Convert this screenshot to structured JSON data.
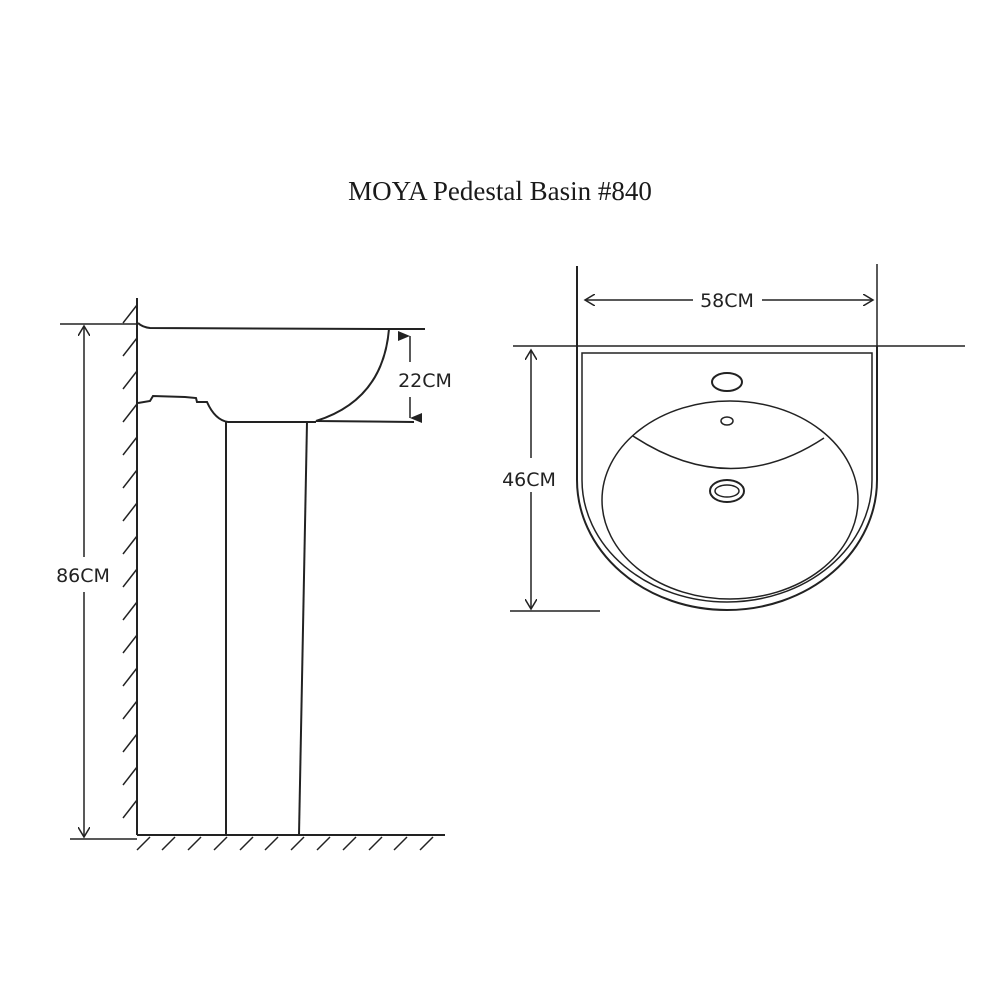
{
  "title": "MOYA Pedestal Basin #840",
  "side_view": {
    "total_height_label": "86CM",
    "basin_depth_label": "22CM"
  },
  "top_view": {
    "width_label": "58CM",
    "depth_label": "46CM"
  },
  "colors": {
    "line": "#222222",
    "background": "#ffffff"
  }
}
